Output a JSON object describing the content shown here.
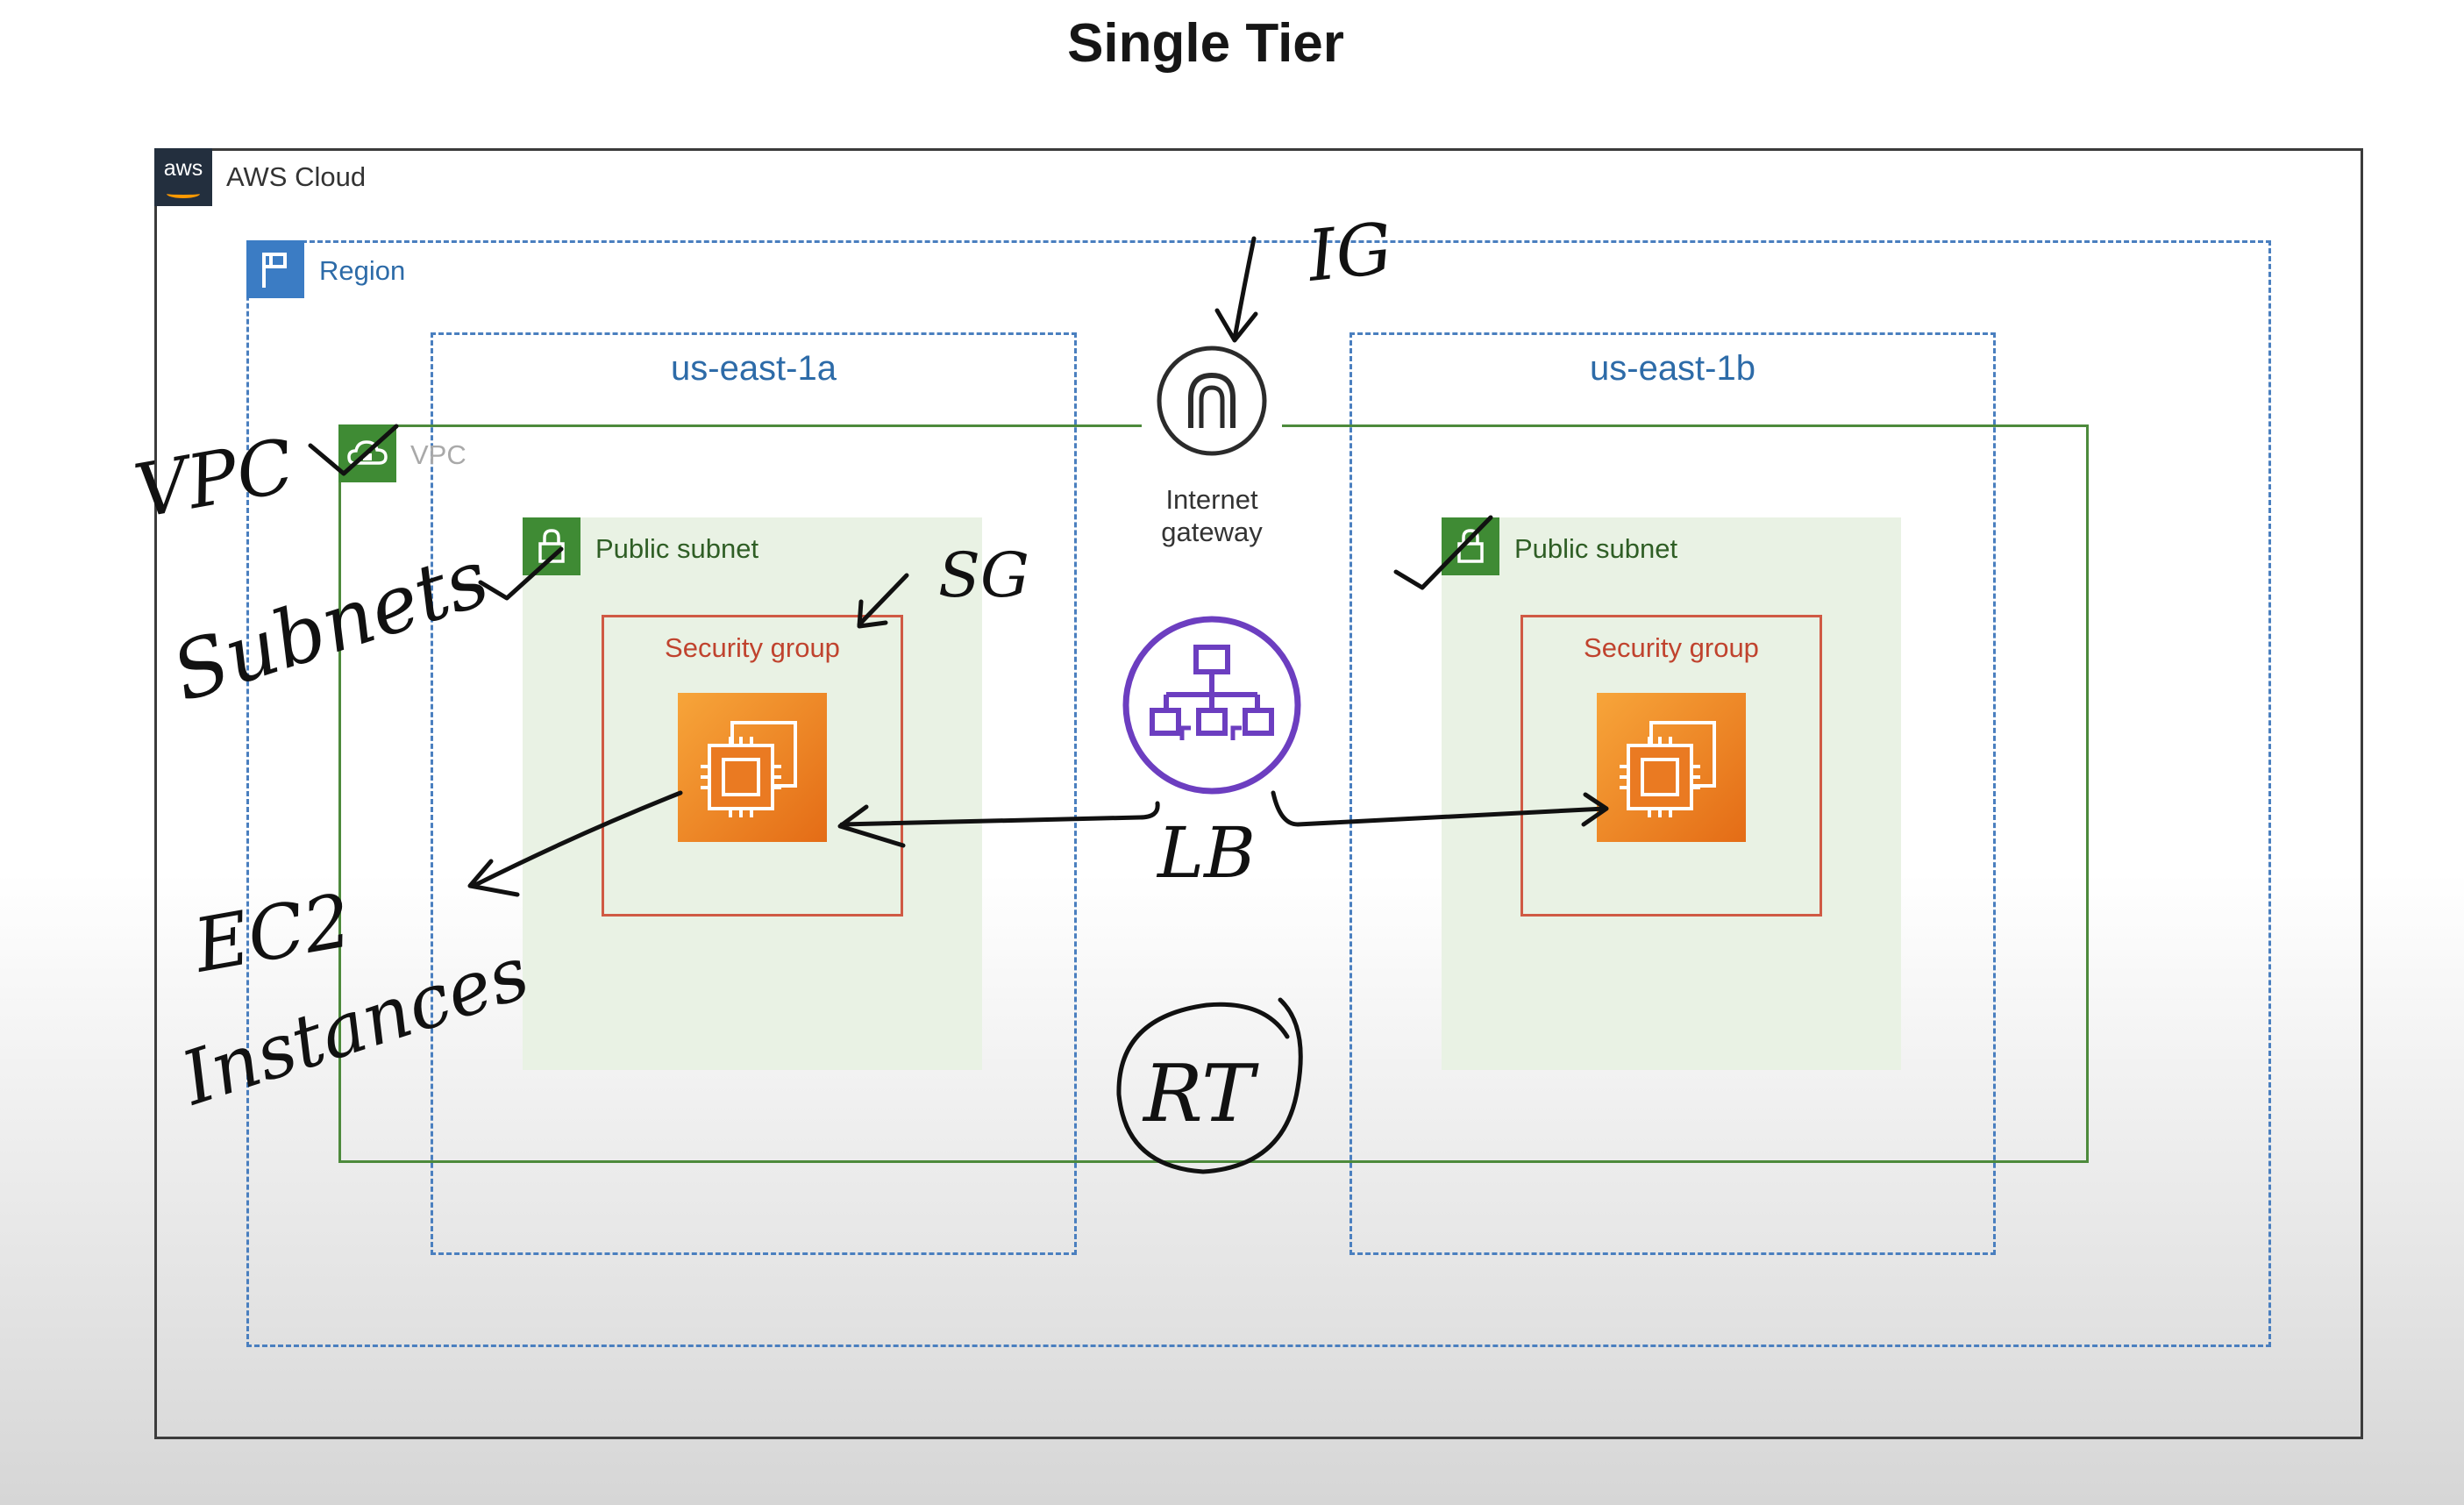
{
  "title": "Single Tier",
  "cloud": {
    "label": "AWS Cloud",
    "logo_text": "aws"
  },
  "region": {
    "label": "Region"
  },
  "zones": [
    {
      "label": "us-east-1a"
    },
    {
      "label": "us-east-1b"
    }
  ],
  "vpc": {
    "label": "VPC"
  },
  "subnets": [
    {
      "label": "Public subnet"
    },
    {
      "label": "Public subnet"
    }
  ],
  "security_groups": [
    {
      "label": "Security group"
    },
    {
      "label": "Security group"
    }
  ],
  "internet_gateway": {
    "line1": "Internet",
    "line2": "gateway"
  },
  "annotations": {
    "ig": "IG",
    "vpc": "VPC",
    "subnets": "Subnets",
    "sg": "SG",
    "ec2_line1": "EC2",
    "ec2_line2": "Instances",
    "lb": "LB",
    "rt": "RT"
  },
  "icons": {
    "aws": "aws-logo-icon",
    "region": "region-flag-icon",
    "vpc": "vpc-cloud-icon",
    "subnet": "padlock-icon",
    "ec2": "ec2-chip-icon",
    "igw": "internet-gateway-icon",
    "elb": "load-balancer-icon"
  },
  "colors": {
    "region_border": "#4a7fbf",
    "vpc_border": "#4d8a3c",
    "subnet_fill": "#e9f2e4",
    "sg_border": "#d05a44",
    "ec2_orange": "#e8711c",
    "elb_purple": "#6c3ec0",
    "ink": "#111111"
  }
}
